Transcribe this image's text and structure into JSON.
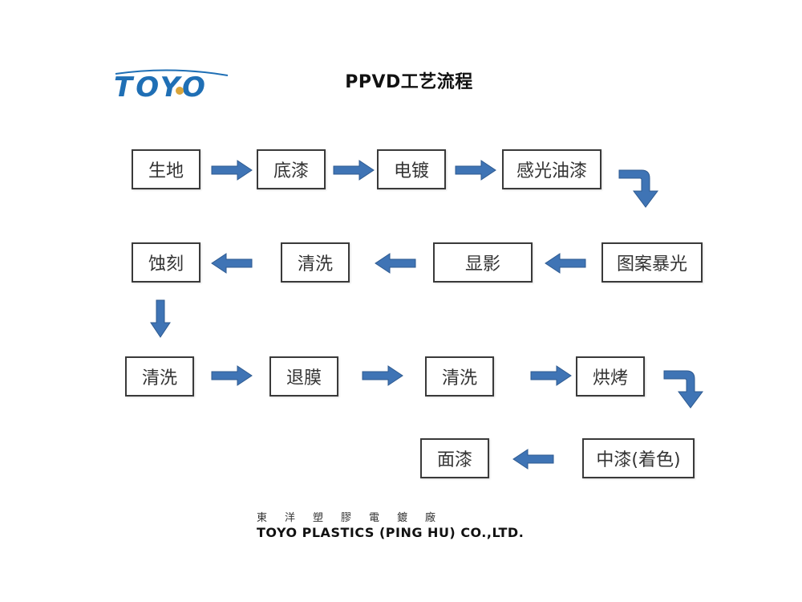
{
  "logo": {
    "text": "TOYO",
    "color": "#1f6fb5",
    "dot_color": "#d9a43a"
  },
  "title": "PPVD工艺流程",
  "steps": [
    "生地",
    "底漆",
    "电镀",
    "感光油漆",
    "蚀刻",
    "清洗",
    "显影",
    "图案暴光",
    "清洗",
    "退膜",
    "清洗",
    "烘烤",
    "面漆",
    "中漆(着色)"
  ],
  "arrow_color": "#3f74b5",
  "footer": {
    "company_cn": "東洋塑膠電鍍廠",
    "company_en": "TOYO PLASTICS (PING HU) CO.,LTD."
  }
}
